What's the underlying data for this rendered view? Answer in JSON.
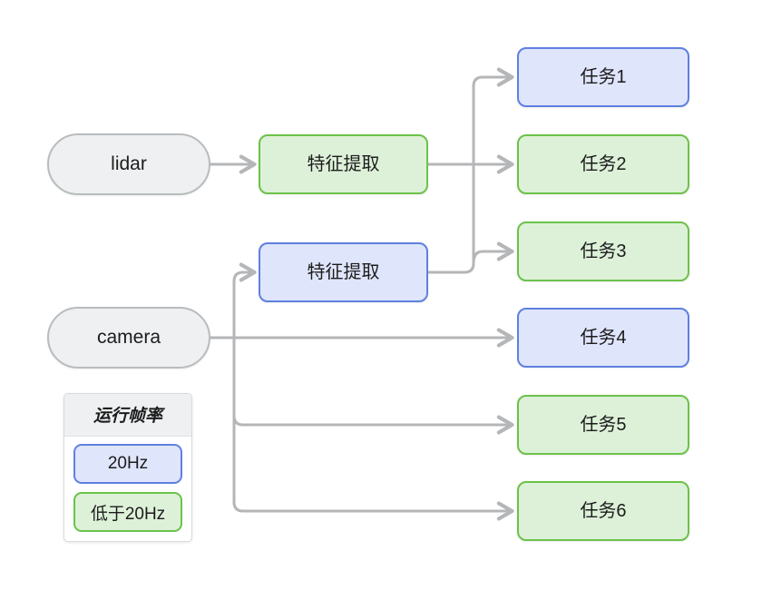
{
  "diagram": {
    "title": "",
    "colors": {
      "edge": "#b4b6b8",
      "blue_border": "#5f80e0",
      "blue_fill": "#dfe5fb",
      "green_border": "#6cc24a",
      "green_fill": "#ddf1d9",
      "sensor_border": "#b9bcbe",
      "sensor_fill": "#eef0f1",
      "background": "#ffffff"
    },
    "sensors": [
      {
        "id": "lidar",
        "label": "lidar"
      },
      {
        "id": "camera",
        "label": "camera"
      }
    ],
    "processes": [
      {
        "id": "fe_lidar",
        "label": "特征提取",
        "rate": "低于20Hz"
      },
      {
        "id": "fe_camera",
        "label": "特征提取",
        "rate": "20Hz"
      }
    ],
    "tasks": [
      {
        "id": "task1",
        "label": "任务1",
        "rate": "20Hz"
      },
      {
        "id": "task2",
        "label": "任务2",
        "rate": "低于20Hz"
      },
      {
        "id": "task3",
        "label": "任务3",
        "rate": "低于20Hz"
      },
      {
        "id": "task4",
        "label": "任务4",
        "rate": "20Hz"
      },
      {
        "id": "task5",
        "label": "任务5",
        "rate": "低于20Hz"
      },
      {
        "id": "task6",
        "label": "任务6",
        "rate": "低于20Hz"
      }
    ],
    "edges": [
      {
        "from": "lidar",
        "to": "fe_lidar"
      },
      {
        "from": "fe_lidar",
        "to": "task2"
      },
      {
        "from": "camera",
        "to": "fe_camera"
      },
      {
        "from": "camera",
        "to": "task4"
      },
      {
        "from": "camera",
        "to": "task5"
      },
      {
        "from": "camera",
        "to": "task6"
      },
      {
        "from": "fe_camera",
        "to": "task1"
      },
      {
        "from": "fe_camera",
        "to": "task3"
      }
    ]
  },
  "legend": {
    "title": "运行帧率",
    "items": [
      {
        "id": "rate-20hz",
        "label": "20Hz",
        "style": "blue"
      },
      {
        "id": "rate-below-20hz",
        "label": "低于20Hz",
        "style": "green"
      }
    ]
  }
}
